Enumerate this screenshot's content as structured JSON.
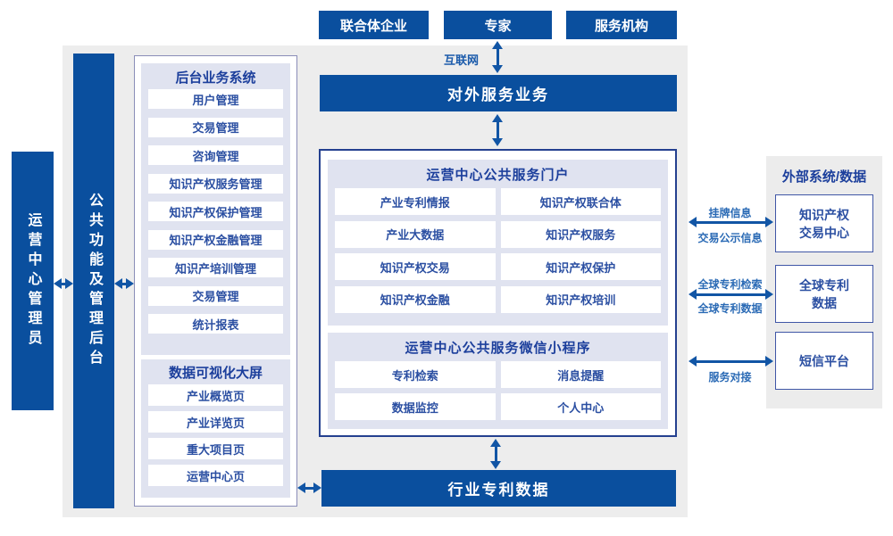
{
  "colors": {
    "blue": "#0a4f9e",
    "arrow": "#1155a5",
    "txt": "#2b4fa2",
    "title": "#1c3f9c",
    "label": "#2a6ab5",
    "lav": "#e0e3f0",
    "grey": "#ededed",
    "grey2": "#ececec"
  },
  "actors": {
    "a0": "联合体企业",
    "a1": "专家",
    "a2": "服务机构"
  },
  "internet_label": "互联网",
  "external_service_bar": "对外服务业务",
  "patent_data_bar": "行业专利数据",
  "left_bars": {
    "admin": "运营中心管理员",
    "backend": "公共功能及管理后台"
  },
  "left_panel": {
    "backend_system": {
      "title": "后台业务系统",
      "items": [
        "用户管理",
        "交易管理",
        "咨询管理",
        "知识产权服务管理",
        "知识产权保护管理",
        "知识产权金融管理",
        "知识产培训管理",
        "交易管理",
        "统计报表"
      ]
    },
    "dataviz": {
      "title": "数据可视化大屏",
      "items": [
        "产业概览页",
        "产业详览页",
        "重大项目页",
        "运营中心页"
      ]
    }
  },
  "center_panel": {
    "portal": {
      "title": "运营中心公共服务门户",
      "items": [
        "产业专利情报",
        "知识产权联合体",
        "产业大数据",
        "知识产权服务",
        "知识产权交易",
        "知识产权保护",
        "知识产权金融",
        "知识产权培训"
      ]
    },
    "miniprogram": {
      "title": "运营中心公共服务微信小程序",
      "items": [
        "专利检索",
        "消息提醒",
        "数据监控",
        "个人中心"
      ]
    }
  },
  "right_panel": {
    "title": "外部系统/数据",
    "box0": {
      "line1": "知识产权",
      "line2": "交易中心"
    },
    "box1": {
      "line1": "全球专利",
      "line2": "数据"
    },
    "box2": {
      "line1": "短信平台",
      "line2": ""
    }
  },
  "right_links": {
    "l0_top": "挂牌信息",
    "l0_bottom": "交易公示信息",
    "l1_top": "全球专利检索",
    "l1_bottom": "全球专利数据",
    "l2_bottom": "服务对接"
  }
}
